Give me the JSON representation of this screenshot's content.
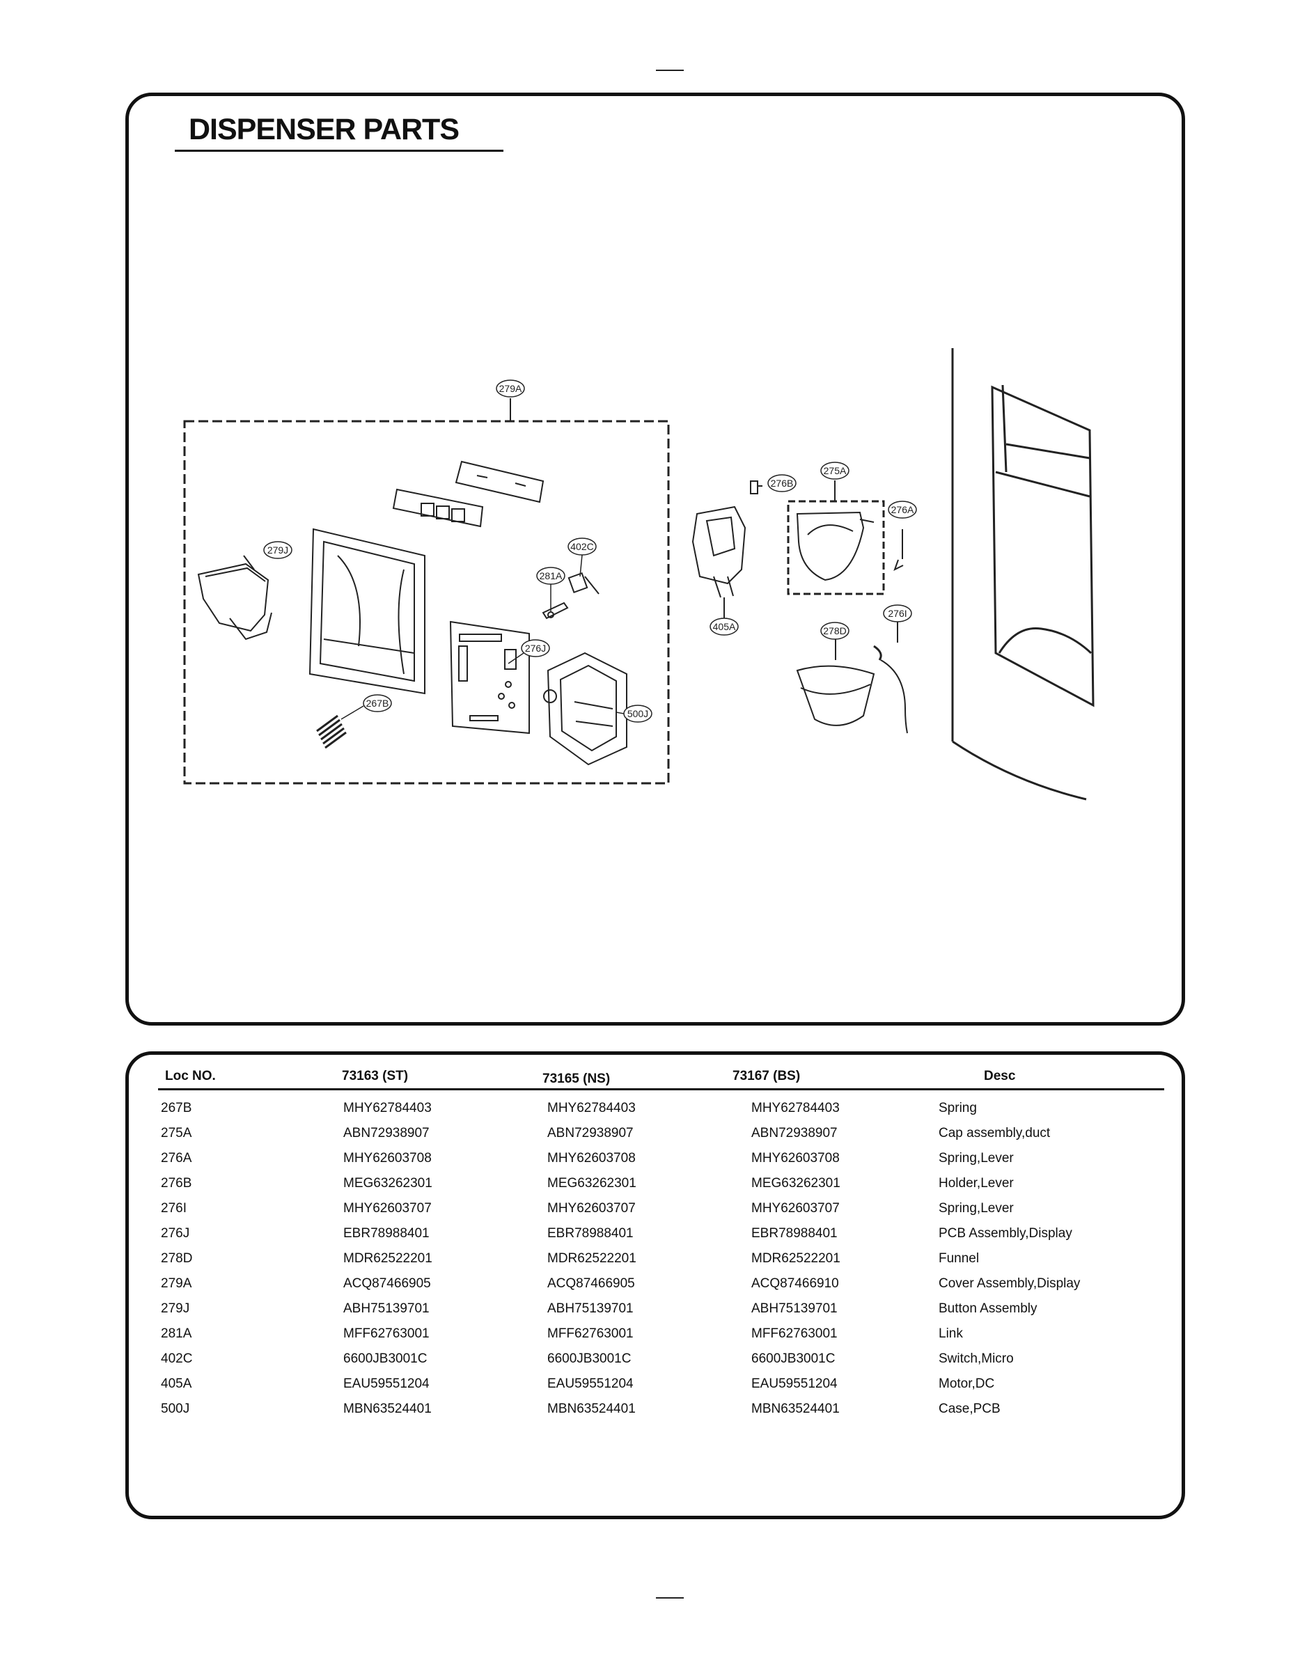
{
  "title": "DISPENSER PARTS",
  "callouts": {
    "c279A": "279A",
    "c276B": "276B",
    "c275A": "275A",
    "c276A": "276A",
    "c402C": "402C",
    "c279J": "279J",
    "c281A": "281A",
    "c405A": "405A",
    "c276I": "276I",
    "c278D": "278D",
    "c276J": "276J",
    "c267B": "267B",
    "c500J": "500J"
  },
  "table": {
    "headers": {
      "loc": "Loc NO.",
      "st": "73163 (ST)",
      "ns": "73165 (NS)",
      "bs": "73167 (BS)",
      "desc": "Desc"
    },
    "rows": [
      {
        "loc": "267B",
        "st": "MHY62784403",
        "ns": "MHY62784403",
        "bs": "MHY62784403",
        "desc": "Spring"
      },
      {
        "loc": "275A",
        "st": "ABN72938907",
        "ns": "ABN72938907",
        "bs": "ABN72938907",
        "desc": "Cap assembly,duct"
      },
      {
        "loc": "276A",
        "st": "MHY62603708",
        "ns": "MHY62603708",
        "bs": "MHY62603708",
        "desc": "Spring,Lever"
      },
      {
        "loc": "276B",
        "st": "MEG63262301",
        "ns": "MEG63262301",
        "bs": "MEG63262301",
        "desc": "Holder,Lever"
      },
      {
        "loc": "276I",
        "st": "MHY62603707",
        "ns": "MHY62603707",
        "bs": "MHY62603707",
        "desc": "Spring,Lever"
      },
      {
        "loc": "276J",
        "st": "EBR78988401",
        "ns": "EBR78988401",
        "bs": "EBR78988401",
        "desc": "PCB Assembly,Display"
      },
      {
        "loc": "278D",
        "st": "MDR62522201",
        "ns": "MDR62522201",
        "bs": "MDR62522201",
        "desc": "Funnel"
      },
      {
        "loc": "279A",
        "st": "ACQ87466905",
        "ns": "ACQ87466905",
        "bs": "ACQ87466910",
        "desc": "Cover Assembly,Display"
      },
      {
        "loc": "279J",
        "st": "ABH75139701",
        "ns": "ABH75139701",
        "bs": "ABH75139701",
        "desc": "Button Assembly"
      },
      {
        "loc": "281A",
        "st": "MFF62763001",
        "ns": "MFF62763001",
        "bs": "MFF62763001",
        "desc": "Link"
      },
      {
        "loc": "402C",
        "st": "6600JB3001C",
        "ns": "6600JB3001C",
        "bs": "6600JB3001C",
        "desc": "Switch,Micro"
      },
      {
        "loc": "405A",
        "st": "EAU59551204",
        "ns": "EAU59551204",
        "bs": "EAU59551204",
        "desc": "Motor,DC"
      },
      {
        "loc": "500J",
        "st": "MBN63524401",
        "ns": "MBN63524401",
        "bs": "MBN63524401",
        "desc": "Case,PCB"
      }
    ]
  }
}
